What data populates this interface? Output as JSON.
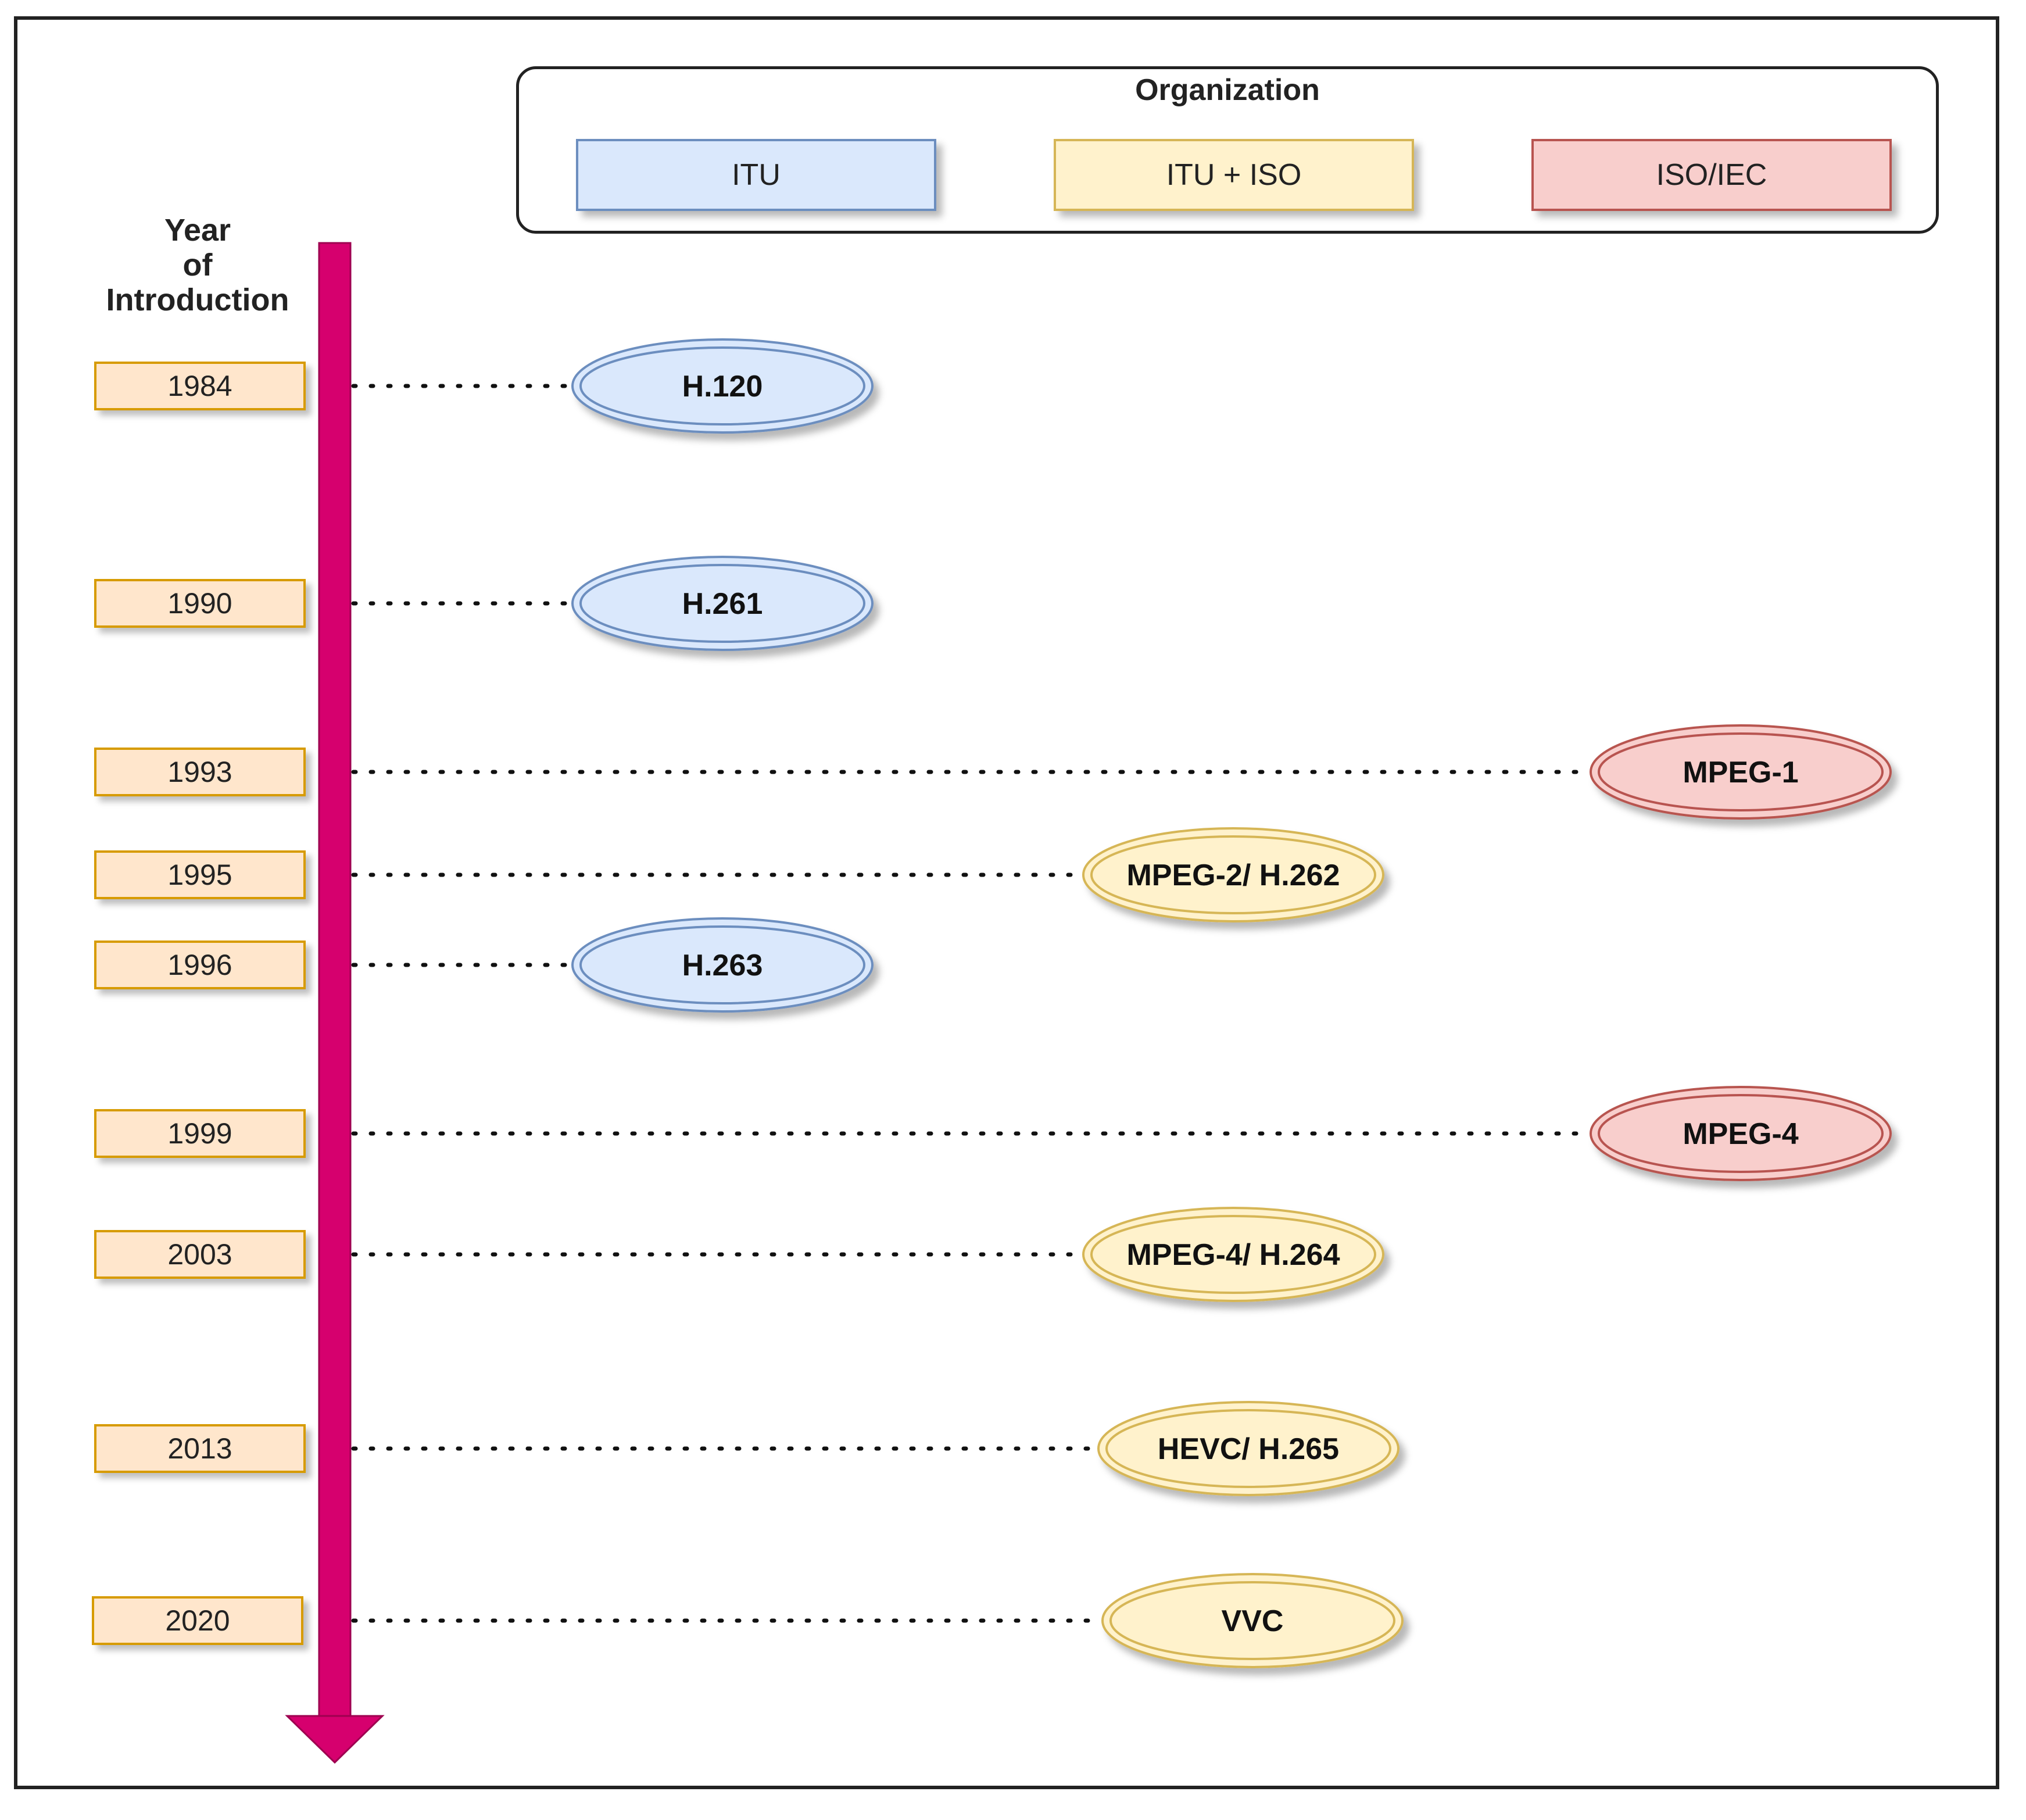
{
  "legend": {
    "title": "Organization",
    "items": [
      {
        "key": "itu",
        "label": "ITU",
        "fill": "#dae8fc",
        "stroke": "#6c8ebf"
      },
      {
        "key": "itu_iso",
        "label": "ITU + ISO",
        "fill": "#fff2cc",
        "stroke": "#d6b656"
      },
      {
        "key": "iso_iec",
        "label": "ISO/IEC",
        "fill": "#f8cecc",
        "stroke": "#b85450"
      }
    ]
  },
  "axis": {
    "title": "Year\nof\nIntroduction",
    "color": "#d6006e"
  },
  "timeline": [
    {
      "year": "1984",
      "standard": "H.120",
      "org": "itu"
    },
    {
      "year": "1990",
      "standard": "H.261",
      "org": "itu"
    },
    {
      "year": "1993",
      "standard": "MPEG-1",
      "org": "iso_iec"
    },
    {
      "year": "1995",
      "standard": "MPEG-2/ H.262",
      "org": "itu_iso"
    },
    {
      "year": "1996",
      "standard": "H.263",
      "org": "itu"
    },
    {
      "year": "1999",
      "standard": "MPEG-4",
      "org": "iso_iec"
    },
    {
      "year": "2003",
      "standard": "MPEG-4/ H.264",
      "org": "itu_iso"
    },
    {
      "year": "2013",
      "standard": "HEVC/ H.265",
      "org": "itu_iso"
    },
    {
      "year": "2020",
      "standard": "VVC",
      "org": "itu_iso"
    }
  ]
}
